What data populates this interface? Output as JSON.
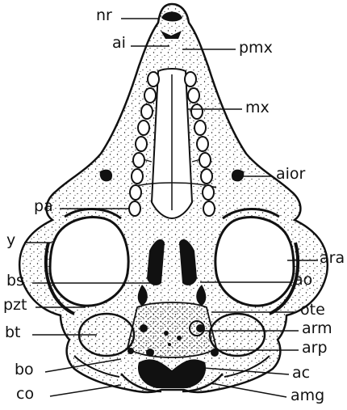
{
  "figure": {
    "labels": {
      "nr": "nr",
      "ai": "ai",
      "pmx": "pmx",
      "mx": "mx",
      "aior": "aior",
      "pa": "pa",
      "y": "y",
      "ara": "ara",
      "bs": "bs",
      "ao": "ao",
      "pzt": "pzt",
      "ote": "ote",
      "bt": "bt",
      "arm": "arm",
      "arp": "arp",
      "bo": "bo",
      "ac": "ac",
      "co": "co",
      "amg": "amg"
    },
    "colors": {
      "ink": "#111111",
      "paper": "#ffffff"
    }
  }
}
